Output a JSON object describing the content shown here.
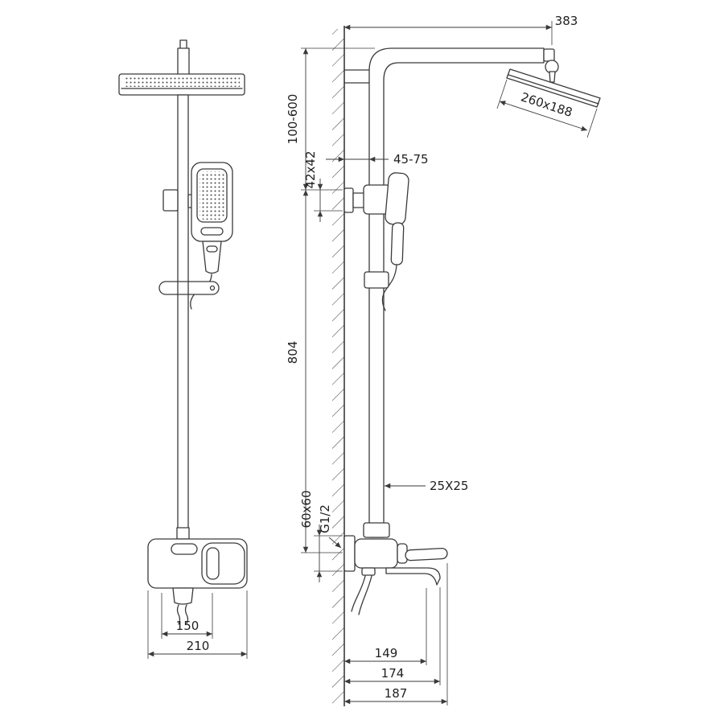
{
  "front_view": {
    "handle_width": "150",
    "body_width": "210"
  },
  "side_view": {
    "wall_to_head": "383",
    "head_size": "260x188",
    "adjustable_height": "100-600",
    "wall_clearance": "45-75",
    "bracket_size": "42x42",
    "column_length": "804",
    "pipe_section": "25X25",
    "escutcheon_size": "60x60",
    "thread_size": "G1/2",
    "spout_reach": "149",
    "mid_reach": "174",
    "max_reach": "187"
  },
  "colors": {
    "line": "#3a3a3a",
    "background": "#ffffff"
  }
}
